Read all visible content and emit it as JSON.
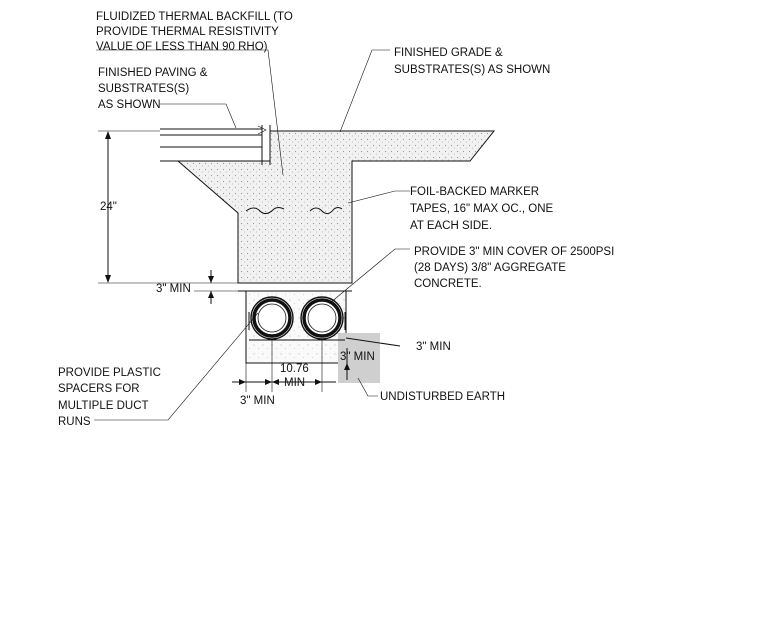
{
  "labels": {
    "thermal_backfill": [
      "FLUIDIZED THERMAL BACKFILL (TO",
      "PROVIDE THERMAL RESISTIVITY",
      "VALUE OF LESS THAN 90 RHO)"
    ],
    "finished_grade": [
      "FINISHED GRADE &",
      "SUBSTRATES(S) AS SHOWN"
    ],
    "finished_paving": [
      "FINISHED PAVING &",
      "SUBSTRATES(S)",
      "AS SHOWN"
    ],
    "marker_tapes": [
      "FOIL-BACKED MARKER",
      "TAPES, 16\" MAX OC., ONE",
      "AT EACH SIDE."
    ],
    "concrete_cover": [
      "PROVIDE 3\" MIN COVER OF 2500PSI",
      "(28 DAYS) 3/8\" AGGREGATE",
      "CONCRETE."
    ],
    "plastic_spacers": [
      "PROVIDE PLASTIC",
      "SPACERS FOR",
      "MULTIPLE DUCT",
      "RUNS"
    ],
    "undisturbed_earth": "UNDISTURBED EARTH"
  },
  "dimensions": {
    "depth": "24\"",
    "cover_top": "3\" MIN",
    "side_right_a": "3\" MIN",
    "side_right_b": "3\" MIN",
    "spacing": [
      "10.76",
      "MIN"
    ],
    "side_bottom": "3\" MIN"
  },
  "colors": {
    "line": "#111111",
    "backfill": "#eeeeee",
    "concrete": "#f7f7f7",
    "earth": "#cfcfcf"
  }
}
